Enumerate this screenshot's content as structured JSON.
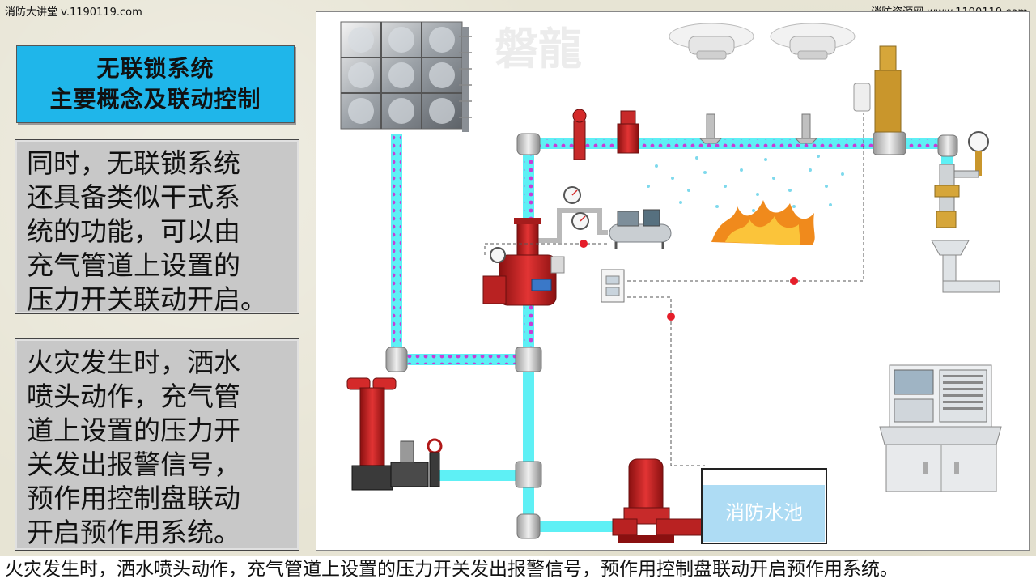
{
  "watermark": {
    "left": "消防大讲堂 v.1190119.com",
    "right": "消防资源网  www.1190119.com",
    "logo_text": "磐龍"
  },
  "title": {
    "line1": "无联锁系统",
    "line2": "主要概念及联动控制"
  },
  "paragraph1": {
    "lines": [
      "同时，无联锁系统",
      "还具备类似干式系",
      "统的功能，可以由",
      "充气管道上设置的",
      "压力开关联动开启。"
    ]
  },
  "paragraph2": {
    "lines": [
      "火灾发生时，洒水",
      "喷头动作，充气管",
      "道上设置的压力开",
      "关发出报警信号，",
      "预作用控制盘联动",
      "开启预作用系统。"
    ]
  },
  "diagram": {
    "pool_label": "消防水池"
  },
  "subtitle": "火灾发生时，洒水喷头动作，充气管道上设置的压力开关发出报警信号，预作用控制盘联动开启预作用系统。",
  "colors": {
    "title_bg": "#1fb6ea",
    "pipe": "#5ef0f5",
    "air_dots": "#c83cd6",
    "valve_red": "#d42a2a",
    "signal_red": "#e51e2a"
  },
  "icons": [
    "water-tank-icon",
    "smoke-detector-icon",
    "sprinkler-head-icon",
    "gate-valve-icon",
    "pressure-gauge-icon",
    "air-compressor-icon",
    "preaction-valve-icon",
    "pressure-switch-icon",
    "fire-icon",
    "fire-pump-icon",
    "pump-adapter-icon",
    "fire-control-panel-icon",
    "exhaust-valve-icon",
    "drain-funnel-icon"
  ]
}
